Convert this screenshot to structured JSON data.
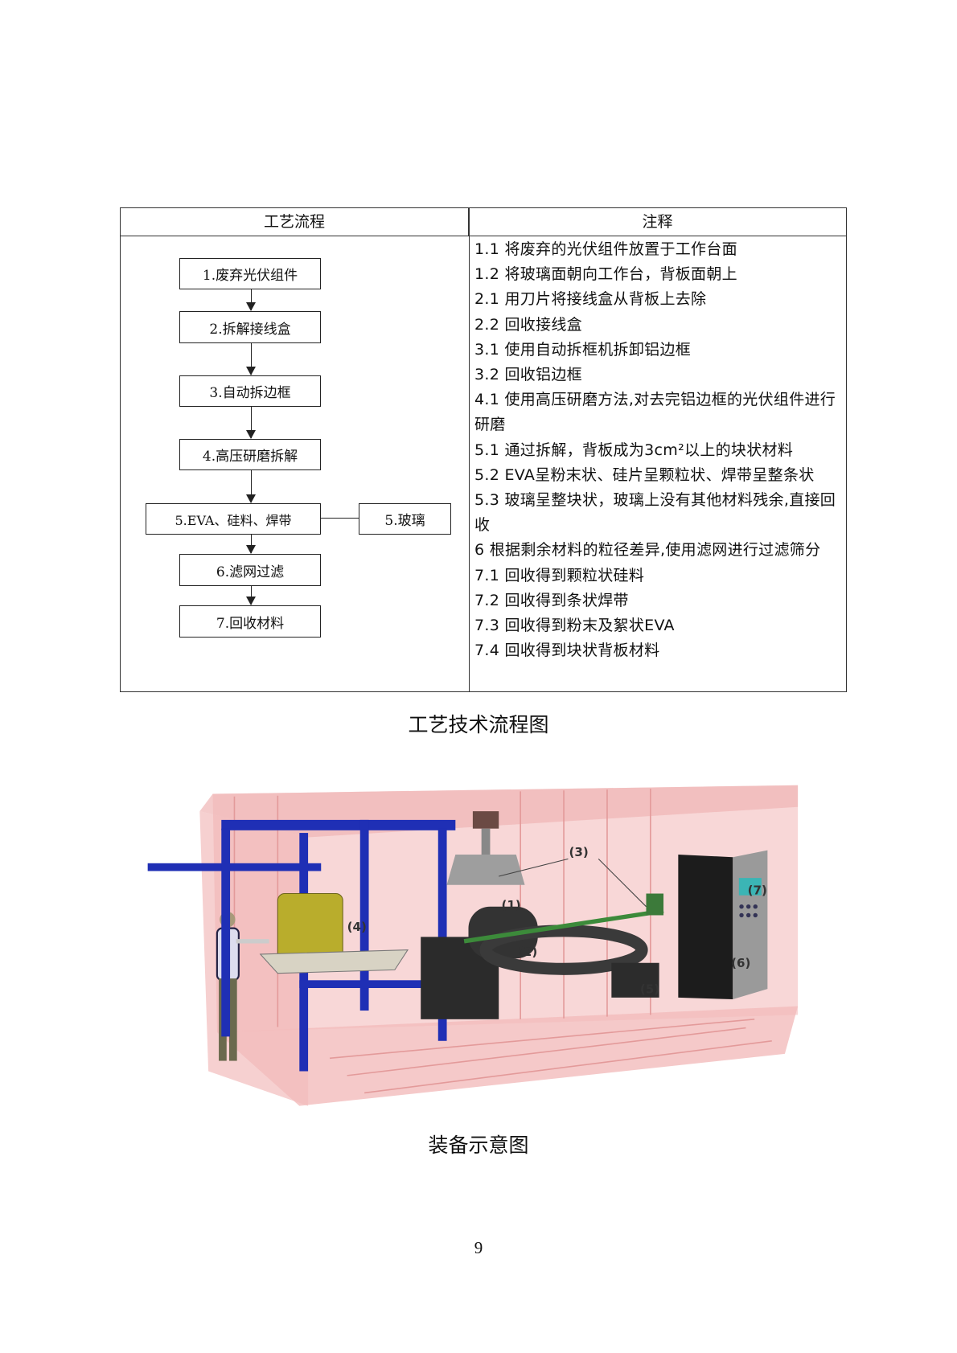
{
  "table": {
    "headers": [
      "工艺流程",
      "注释"
    ],
    "flow_steps": {
      "s1": "1.废弃光伏组件",
      "s2": "2.拆解接线盒",
      "s3": "3.自动拆边框",
      "s4": "4.高压研磨拆解",
      "s5": "5.EVA、硅料、焊带",
      "s5b": "5.玻璃",
      "s6": "6.滤网过滤",
      "s7": "7.回收材料"
    },
    "notes": [
      "1.1  将废弃的光伏组件放置于工作台面",
      "1.2  将玻璃面朝向工作台，背板面朝上",
      "2.1  用刀片将接线盒从背板上去除",
      "2.2  回收接线盒",
      "3.1  使用自动拆框机拆卸铝边框",
      "3.2  回收铝边框",
      "4.1  使用高压研磨方法,对去完铝边框的光伏组件进行研磨",
      "5.1  通过拆解，背板成为3cm²以上的块状材料",
      "5.2  EVA呈粉末状、硅片呈颗粒状、焊带呈整条状",
      "5.3  玻璃呈整块状，玻璃上没有其他材料残余,直接回收",
      "6  根据剩余材料的粒径差异,使用滤网进行过滤筛分",
      "7.1  回收得到颗粒状硅料",
      "7.2  回收得到条状焊带",
      "7.3  回收得到粉末及絮状EVA",
      "7.4  回收得到块状背板材料"
    ]
  },
  "captions": {
    "flow": "工艺技术流程图",
    "equipment": "装备示意图"
  },
  "figure_labels": {
    "l1": "(1)",
    "l2": "(2)",
    "l3": "(3)",
    "l4": "(4)",
    "l5": "(5)",
    "l6": "(6)",
    "l7": "(7)"
  },
  "page_number": "9"
}
